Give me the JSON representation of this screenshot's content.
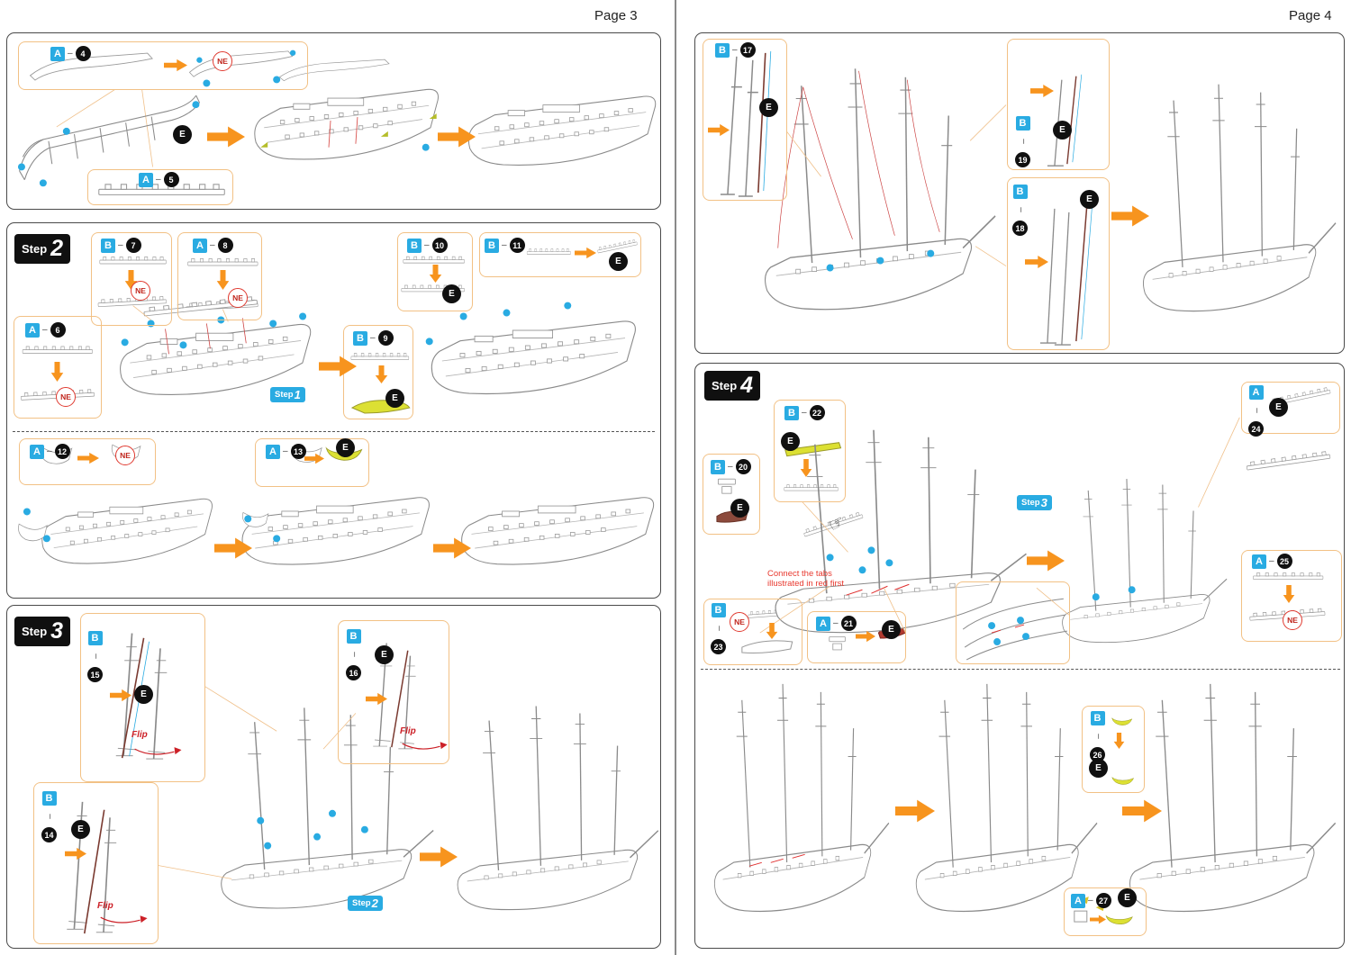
{
  "pages": {
    "left": "Page 3",
    "right": "Page 4"
  },
  "markers": {
    "ne": "NE",
    "e": "E",
    "flip": "Flip",
    "dash": "–"
  },
  "step_badges": {
    "s2": {
      "word": "Step",
      "num": "2"
    },
    "s3": {
      "word": "Step",
      "num": "3"
    },
    "s4": {
      "word": "Step",
      "num": "4"
    }
  },
  "step_tags": {
    "t1": {
      "word": "Step",
      "num": "1"
    },
    "t2": {
      "word": "Step",
      "num": "2"
    },
    "t3": {
      "word": "Step",
      "num": "3"
    }
  },
  "notes": {
    "connect_line1": "Connect the tabs",
    "connect_line2": "illustrated in red first"
  },
  "parts": {
    "a4": {
      "letter": "A",
      "num": "4"
    },
    "a5": {
      "letter": "A",
      "num": "5"
    },
    "a6": {
      "letter": "A",
      "num": "6"
    },
    "b7": {
      "letter": "B",
      "num": "7"
    },
    "a8": {
      "letter": "A",
      "num": "8"
    },
    "b9": {
      "letter": "B",
      "num": "9"
    },
    "b10": {
      "letter": "B",
      "num": "10"
    },
    "b11": {
      "letter": "B",
      "num": "11"
    },
    "a12": {
      "letter": "A",
      "num": "12"
    },
    "a13": {
      "letter": "A",
      "num": "13"
    },
    "b14": {
      "letter": "B",
      "num": "14"
    },
    "b15": {
      "letter": "B",
      "num": "15"
    },
    "b16": {
      "letter": "B",
      "num": "16"
    },
    "b17": {
      "letter": "B",
      "num": "17"
    },
    "b18": {
      "letter": "B",
      "num": "18"
    },
    "b19": {
      "letter": "B",
      "num": "19"
    },
    "b20": {
      "letter": "B",
      "num": "20"
    },
    "a21": {
      "letter": "A",
      "num": "21"
    },
    "b22": {
      "letter": "B",
      "num": "22"
    },
    "b23": {
      "letter": "B",
      "num": "23"
    },
    "a24": {
      "letter": "A",
      "num": "24"
    },
    "a25": {
      "letter": "A",
      "num": "25"
    },
    "b26": {
      "letter": "B",
      "num": "26"
    },
    "a27": {
      "letter": "A",
      "num": "27"
    }
  },
  "colors": {
    "accent_blue": "#29abe2",
    "arrow_orange": "#f7941e",
    "marker_red": "#e8392f",
    "highlight_yellow": "#d9e021"
  }
}
